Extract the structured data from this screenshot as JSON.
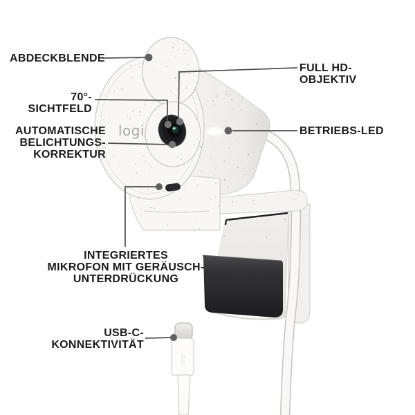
{
  "device": {
    "logo_text": "logi",
    "usb_logo_text": "logi",
    "colors": {
      "body": "#f8f7f4",
      "body_outline": "#c9c8c4",
      "cone_shade": "#e1e0dc",
      "clamp_dark": "#242426",
      "lens_dark": "#18181a",
      "lens_glass_highlight": "#8fd3ba",
      "led_glow": "#ffffff",
      "callout_line": "#4d4d4d",
      "callout_dot": "#606062",
      "label_text": "#1a1a1a"
    }
  },
  "callouts": {
    "abdeckblende": {
      "label": "ABDECKBLENDE"
    },
    "sichtfeld": {
      "label": "70°-\nSICHTFELD"
    },
    "belichtung": {
      "label": "AUTOMATISCHE\nBELICHTUNGS-\nKORREKTUR"
    },
    "fullhd": {
      "label": "FULL HD-\nOBJEKTIV"
    },
    "betriebsled": {
      "label": "BETRIEBS-LED"
    },
    "mikrofon": {
      "label": "INTEGRIERTES\nMIKROFON MIT GERÄUSCH-\nUNTERDRÜCKUNG"
    },
    "usbc": {
      "label": "USB-C-\nKONNEKTIVITÄT"
    }
  }
}
